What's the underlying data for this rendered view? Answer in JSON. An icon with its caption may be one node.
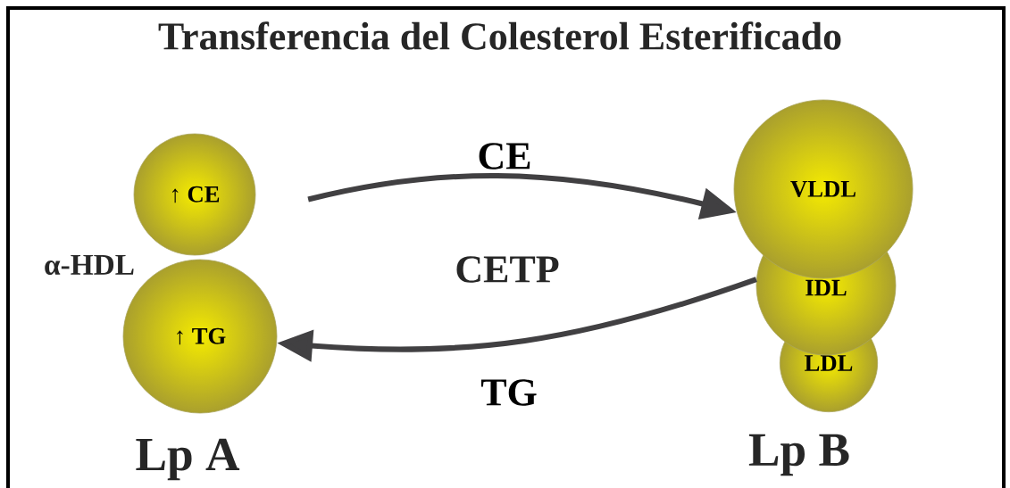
{
  "diagram": {
    "title": "Transferencia  del Colesterol Esterificado",
    "nodes": [
      {
        "text": [
          "↑ CE"
        ]
      },
      {
        "text": [
          "↑ TG"
        ]
      },
      {
        "text": [
          "VLDL"
        ]
      },
      {
        "text": [
          "IDL"
        ]
      },
      {
        "text": [
          "LDL"
        ]
      }
    ],
    "edges": [
      {
        "from": 0,
        "to": 2,
        "arrow": "to",
        "label": "CE"
      },
      {
        "from": 3,
        "to": 1,
        "arrow": "to",
        "label": "TG"
      }
    ],
    "labels": [
      "α-HDL",
      "CETP",
      "Lp A",
      "Lp B"
    ]
  }
}
